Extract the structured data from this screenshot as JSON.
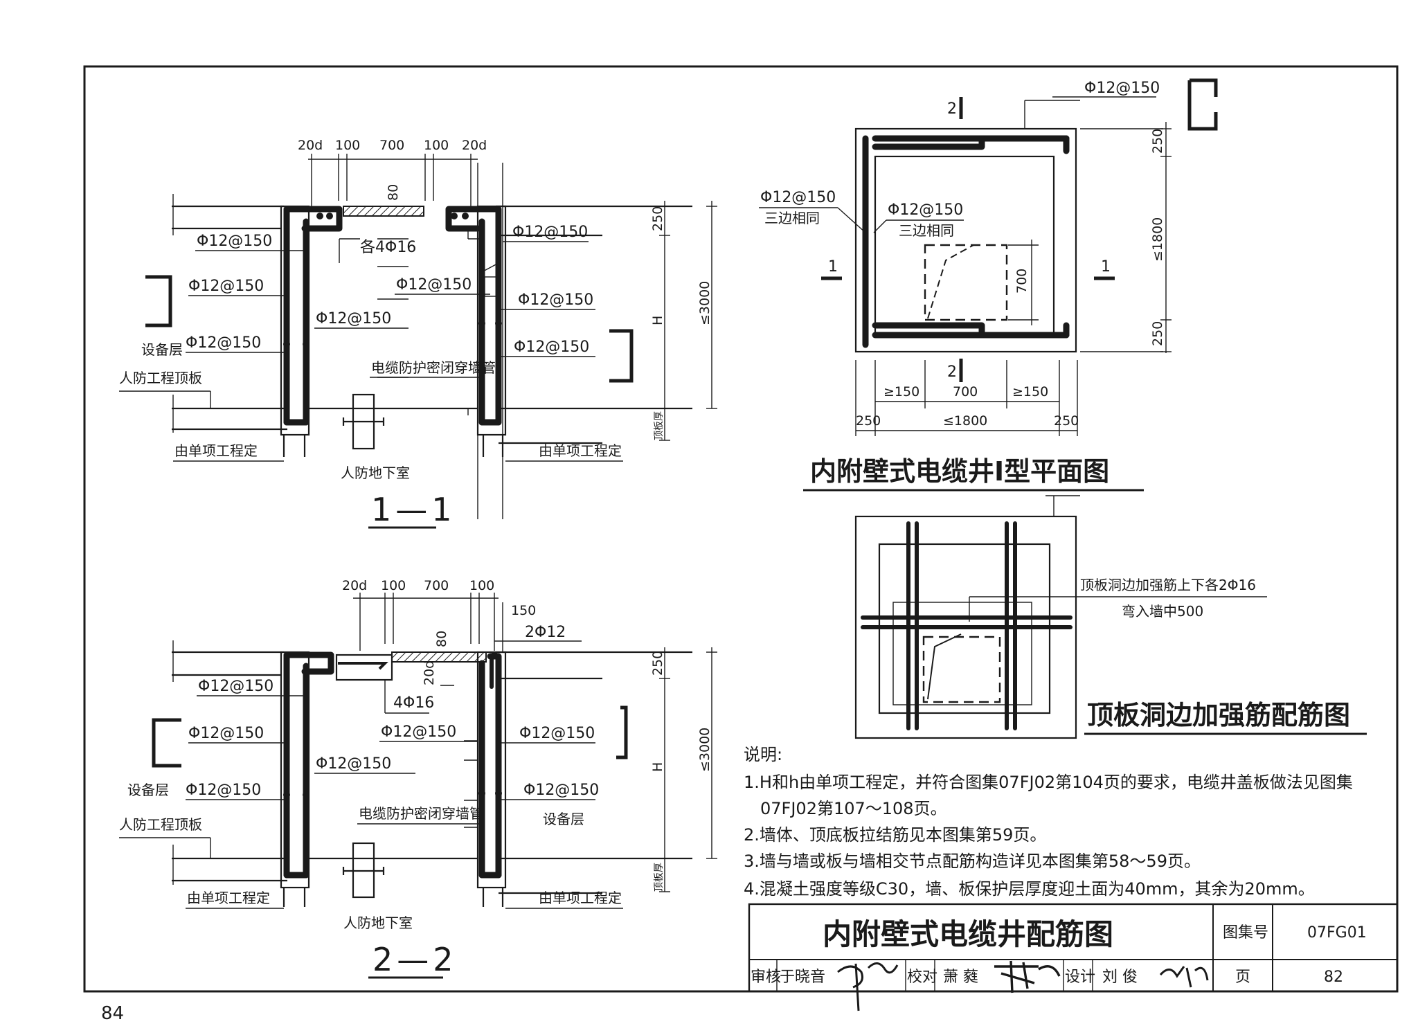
{
  "page_number": "84",
  "section_1": {
    "title": "1—1",
    "dims_top": [
      "20d",
      "100",
      "700",
      "100",
      "20d"
    ],
    "dim_80": "80",
    "dims_right": [
      "250",
      "H",
      "≤3000",
      "顶板厚"
    ],
    "rebar_labels": {
      "left_top": "Φ12@150",
      "left_mid": "Φ12@150",
      "left_low": "Φ12@150",
      "center_mid": "Φ12@150",
      "center_top": "Φ12@150",
      "right_top": "Φ12@150",
      "right_mid": "Φ12@150",
      "right_low": "Φ12@150",
      "top_bars": "各4Φ16"
    },
    "text_labels": {
      "equipment_layer": "设备层",
      "roof_slab": "人防工程顶板",
      "cable_sleeve": "电缆防护密闭穿墙管",
      "by_project_left": "由单项工程定",
      "by_project_right": "由单项工程定",
      "basement": "人防地下室"
    }
  },
  "section_2": {
    "title": "2—2",
    "dims_top": [
      "20d",
      "100",
      "700",
      "100",
      "150"
    ],
    "dim_80": "80",
    "dim_20d": "20d",
    "dims_right": [
      "250",
      "H",
      "≤3000",
      "顶板厚"
    ],
    "rebar_labels": {
      "left_top": "Φ12@150",
      "left_mid": "Φ12@150",
      "left_low": "Φ12@150",
      "center_mid": "Φ12@150",
      "center_top": "Φ12@150",
      "right_top": "Φ12@150",
      "right_low": "Φ12@150",
      "top_bars": "4Φ16",
      "edge_bars": "2Φ12"
    },
    "text_labels": {
      "equipment_layer": "设备层",
      "equipment_layer_right": "设备层",
      "roof_slab": "人防工程顶板",
      "cable_sleeve": "电缆防护密闭穿墙管",
      "by_project_left": "由单项工程定",
      "by_project_right": "由单项工程定",
      "basement": "人防地下室"
    }
  },
  "plan": {
    "title": "内附壁式电缆井Ⅰ型平面图",
    "top_rebar": "Φ12@150",
    "left_rebar": "Φ12@150",
    "left_rebar_note": "三边相同",
    "inner_rebar": "Φ12@150",
    "inner_rebar_note": "三边相同",
    "section_marks": [
      "2",
      "2",
      "1",
      "1"
    ],
    "dims_right": [
      "250",
      "≤1800",
      "250"
    ],
    "dim_700": "700",
    "dims_bottom_row1": [
      "≥150",
      "700",
      "≥150"
    ],
    "dims_bottom_row2": [
      "250",
      "≤1800",
      "250"
    ]
  },
  "opening_detail": {
    "title": "顶板洞边加强筋配筋图",
    "note_line1": "顶板洞边加强筋上下各2Φ16",
    "note_line2": "弯入墙中500"
  },
  "notes": {
    "heading": "说明:",
    "items": [
      "1.H和h由单项工程定，并符合图集07FJ02第104页的要求，电缆井盖板做法见图集",
      "07FJ02第107～108页。",
      "2.墙体、顶底板拉结筋见本图集第59页。",
      "3.墙与墙或板与墙相交节点配筋构造详见本图集第58～59页。",
      "4.混凝土强度等级C30，墙、板保护层厚度迎土面为40mm，其余为20mm。"
    ]
  },
  "title_block": {
    "drawing_title": "内附壁式电缆井配筋图",
    "atlas_label": "图集号",
    "atlas_value": "07FG01",
    "page_label": "页",
    "page_value": "82",
    "review_label": "审核",
    "review_name": "于晓音",
    "check_label": "校对",
    "check_name": "萧 蕤",
    "design_label": "设计",
    "design_name": "刘 俊"
  }
}
